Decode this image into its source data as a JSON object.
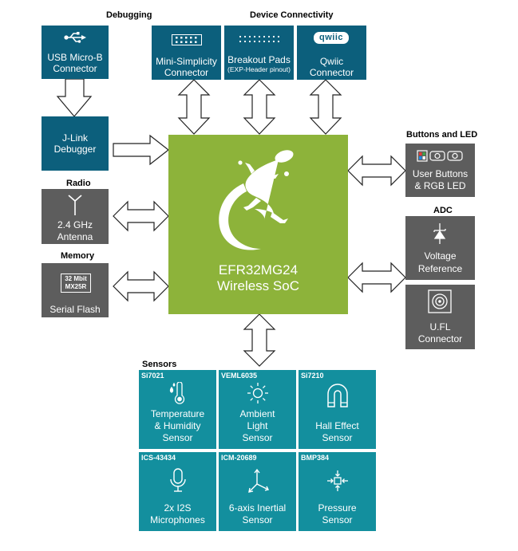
{
  "sections": {
    "debugging": "Debugging",
    "connectivity": "Device Connectivity",
    "buttons_led": "Buttons and LED",
    "adc": "ADC",
    "radio": "Radio",
    "memory": "Memory",
    "sensors": "Sensors"
  },
  "blocks": {
    "usb": [
      "USB Micro-B",
      "Connector"
    ],
    "jlink": [
      "J-Link",
      "Debugger"
    ],
    "mini": [
      "Mini-Simplicity",
      "Connector"
    ],
    "breakout": [
      "Breakout Pads",
      "(EXP-Header pinout)"
    ],
    "qwiic": [
      "Qwiic",
      "Connector"
    ],
    "qwiic_logo": "qwiic",
    "buttons": [
      "User Buttons",
      "& RGB LED"
    ],
    "voltage": [
      "Voltage",
      "Reference"
    ],
    "ufl": [
      "U.FL",
      "Connector"
    ],
    "antenna": [
      "2.4 GHz",
      "Antenna"
    ],
    "flash_chip": [
      "32 Mbit",
      "MX25R"
    ],
    "flash": "Serial Flash",
    "soc": [
      "EFR32MG24",
      "Wireless SoC"
    ]
  },
  "sensors": [
    {
      "tag": "Si7021",
      "lines": [
        "Temperature",
        "& Humidity",
        "Sensor"
      ],
      "icon": "thermometer-icon"
    },
    {
      "tag": "VEML6035",
      "lines": [
        "Ambient",
        "Light",
        "Sensor"
      ],
      "icon": "sun-icon"
    },
    {
      "tag": "Si7210",
      "lines": [
        "Hall Effect",
        "Sensor"
      ],
      "icon": "magnet-icon"
    },
    {
      "tag": "ICS-43434",
      "lines": [
        "2x I2S",
        "Microphones"
      ],
      "icon": "microphone-icon"
    },
    {
      "tag": "ICM-20689",
      "lines": [
        "6-axis Inertial",
        "Sensor"
      ],
      "icon": "axes-icon"
    },
    {
      "tag": "BMP384",
      "lines": [
        "Pressure",
        "Sensor"
      ],
      "icon": "pressure-icon"
    }
  ]
}
